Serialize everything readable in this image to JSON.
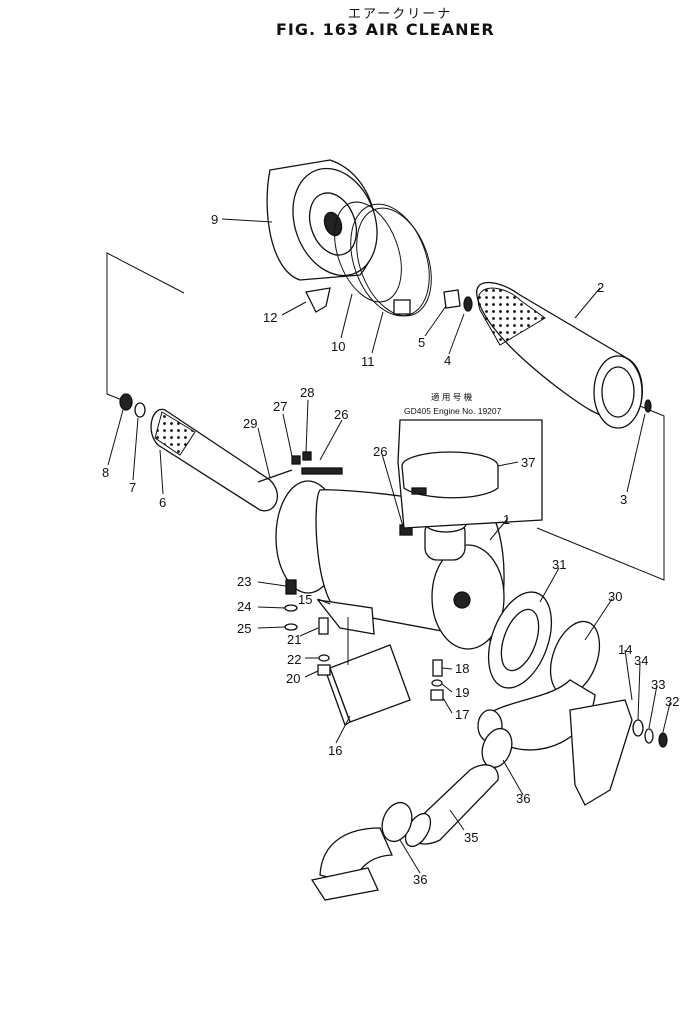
{
  "header": {
    "title_jp": "エアークリーナ",
    "title": "FIG. 163  AIR CLEANER"
  },
  "note": {
    "jp": "適 用 号 機",
    "text": "GD405  Engine  No. 19207"
  },
  "labels": {
    "p1": "1",
    "p2": "2",
    "p3": "3",
    "p4": "4",
    "p5": "5",
    "p6": "6",
    "p7": "7",
    "p8": "8",
    "p9": "9",
    "p10": "10",
    "p11": "11",
    "p12": "12",
    "p14": "14",
    "p15": "15",
    "p16": "16",
    "p17": "17",
    "p18": "18",
    "p19": "19",
    "p20": "20",
    "p21": "21",
    "p22": "22",
    "p23": "23",
    "p24": "24",
    "p25": "25",
    "p26a": "26",
    "p26b": "26",
    "p27": "27",
    "p28": "28",
    "p29": "29",
    "p30": "30",
    "p31": "31",
    "p32": "32",
    "p33": "33",
    "p34": "34",
    "p35": "35",
    "p36a": "36",
    "p36b": "36",
    "p37": "37"
  }
}
